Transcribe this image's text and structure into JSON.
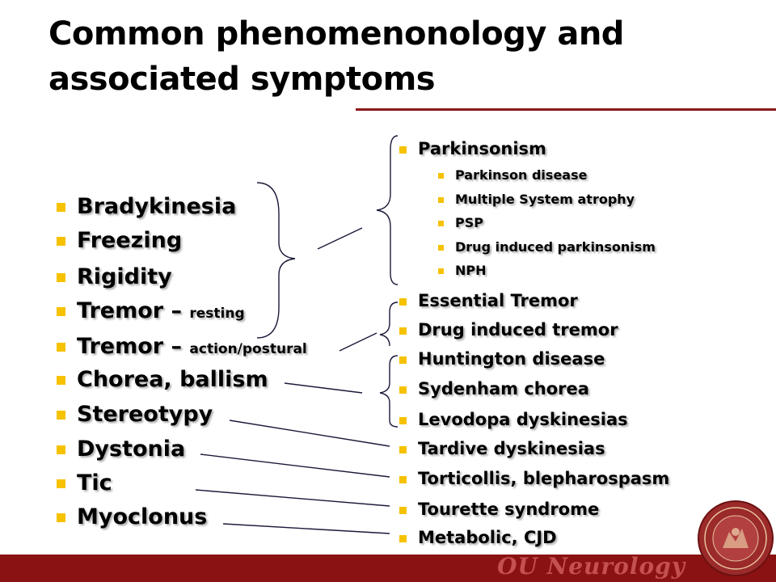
{
  "title": "Common phenomenonology and associated symptoms",
  "phenomenology": [
    {
      "main": "Bradykinesia",
      "suffix": ""
    },
    {
      "main": "Freezing",
      "suffix": ""
    },
    {
      "main": "Rigidity",
      "suffix": ""
    },
    {
      "main": "Tremor – ",
      "suffix": "resting"
    },
    {
      "main": "Tremor – ",
      "suffix": "action/postural"
    },
    {
      "main": "Chorea, ballism",
      "suffix": ""
    },
    {
      "main": "Stereotypy",
      "suffix": ""
    },
    {
      "main": "Dystonia",
      "suffix": ""
    },
    {
      "main": "Tic",
      "suffix": ""
    },
    {
      "main": "Myoclonus",
      "suffix": ""
    }
  ],
  "conditions": {
    "parkinsonism": "Parkinsonism",
    "parkinsonism_subtypes": [
      "Parkinson disease",
      "Multiple System atrophy",
      "PSP",
      "Drug induced parkinsonism",
      "NPH"
    ],
    "others": [
      "Essential Tremor",
      "Drug induced tremor",
      "Huntington disease",
      "Sydenham chorea",
      "Levodopa dyskinesias",
      "Tardive dyskinesias",
      "Torticollis, blepharospasm",
      "Tourette syndrome",
      "Metabolic, CJD"
    ]
  },
  "footer": {
    "label": "OU Neurology"
  },
  "colors": {
    "accent": "#8b1a1a",
    "bullet": "#f6c200",
    "footer_bg": "#8b1212"
  },
  "icons": {
    "seal": "university-seal-icon"
  }
}
